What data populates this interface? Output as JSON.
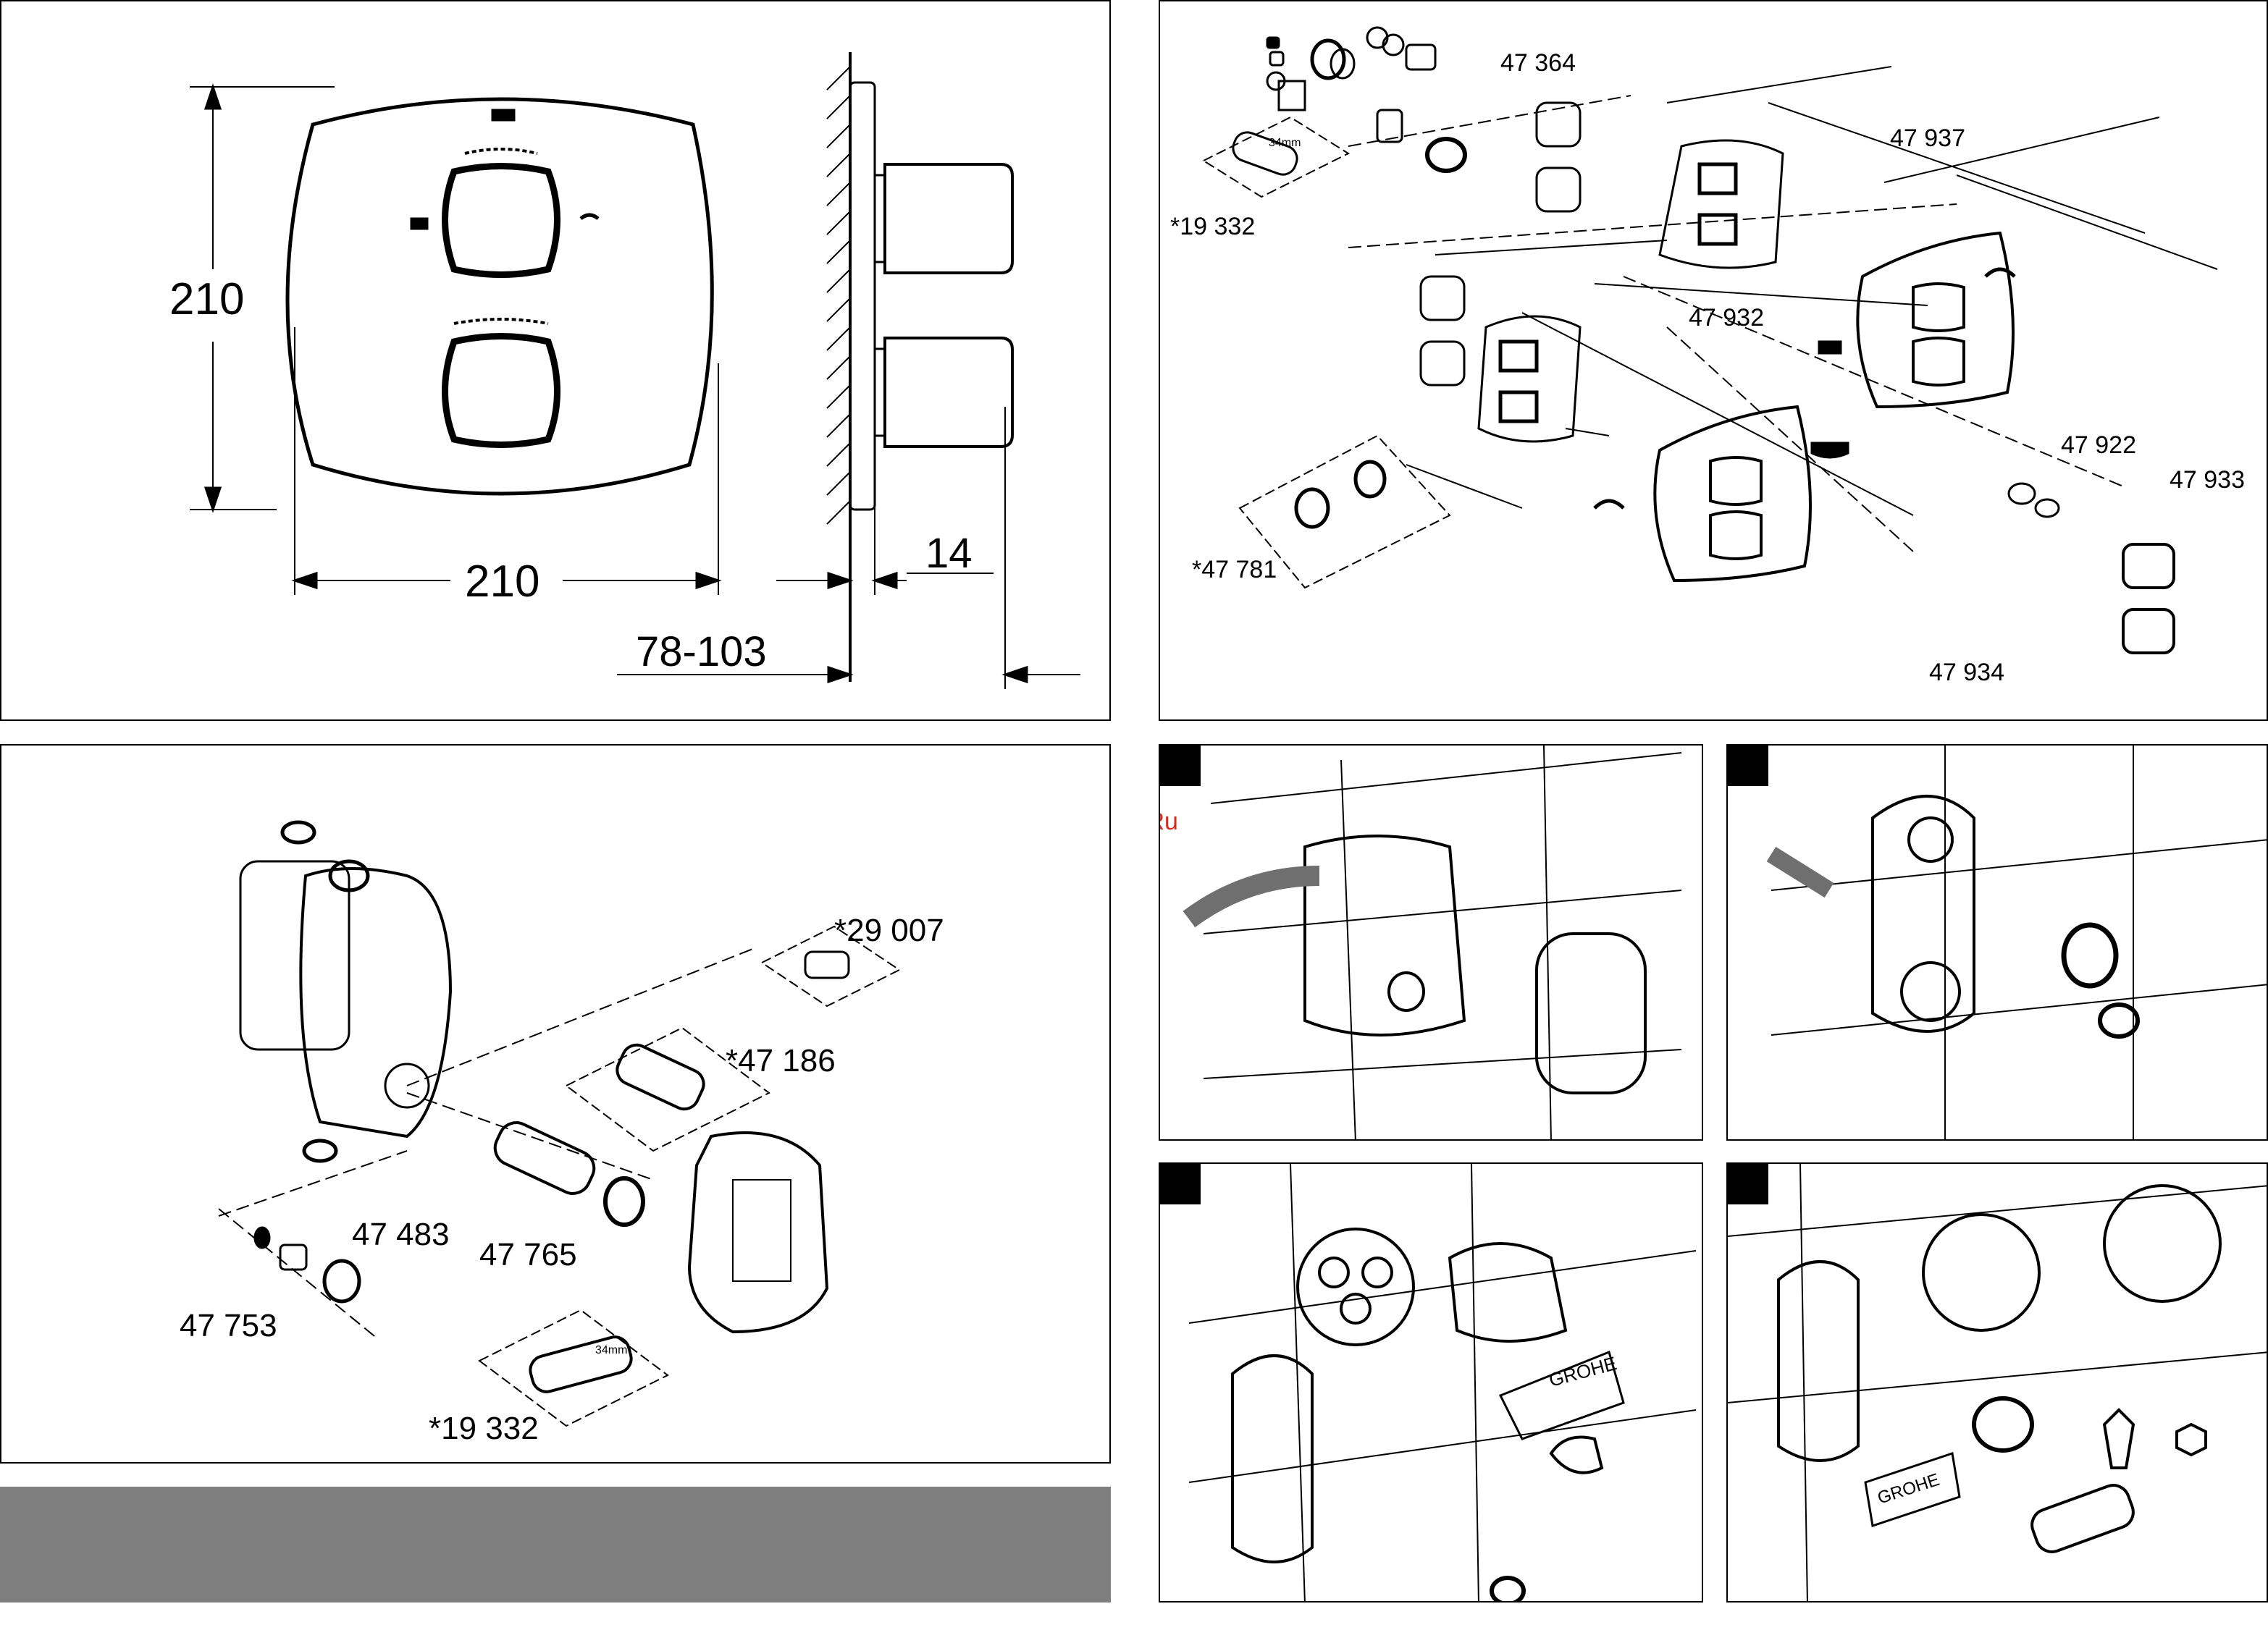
{
  "dimensions": {
    "height": "210",
    "width": "210",
    "projection": "14",
    "depth_range": "78-103"
  },
  "exploded_view": {
    "part_47364": "47 364",
    "part_19332_top": "*19 332",
    "part_47937": "47 937",
    "part_47932": "47 932",
    "part_47781": "*47 781",
    "part_47922": "47 922",
    "part_47933": "47 933",
    "part_47934": "47 934",
    "tool_size_top": "34mm"
  },
  "rough_in_view": {
    "part_29007": "*29 007",
    "part_47186": "*47 186",
    "part_47483": "47 483",
    "part_47765": "47 765",
    "part_47753": "47 753",
    "part_19332_bottom": "*19 332",
    "tool_size_bottom": "34mm"
  },
  "watermark": "McGrp.Ru",
  "brand_label": "GROHE",
  "colors": {
    "line": "#000000",
    "bar_gray": "#7f7f7f",
    "step_marker": "#000000",
    "watermark": "#d7261e"
  }
}
